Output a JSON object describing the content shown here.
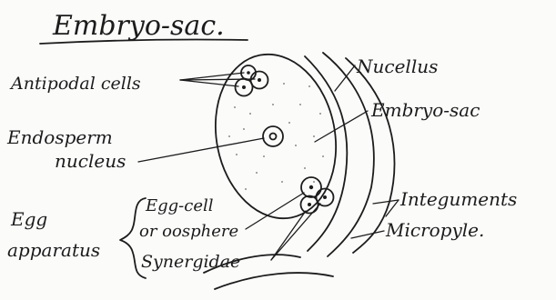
{
  "title": "Embryo-sac.",
  "labels": {
    "antipodal": "Antipodal cells",
    "nucellus": "Nucellus",
    "embryo_sac": "Embryo-sac",
    "endosperm_line1": "Endosperm",
    "endosperm_line2": "nucleus",
    "egg_line1": "Egg",
    "egg_line2": "apparatus",
    "egg_cell_line1": "Egg-cell",
    "egg_cell_line2": "or oosphere",
    "synergidae": "Synergidae",
    "integuments": "Integuments",
    "micropyle": "Micropyle."
  },
  "colors": {
    "ink": "#1c1c1c",
    "paper": "#fbfbfa"
  }
}
